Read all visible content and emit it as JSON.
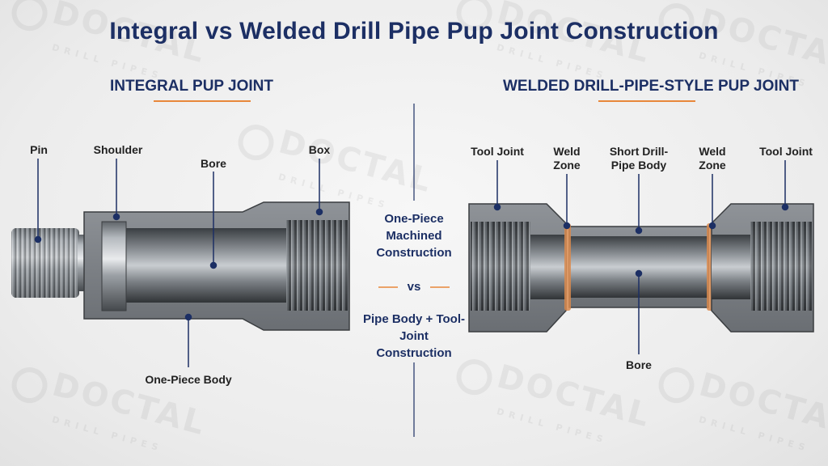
{
  "title": "Integral vs Welded Drill Pipe Pup Joint Construction",
  "integral": {
    "heading": "INTEGRAL PUP JOINT",
    "labels": {
      "pin": "Pin",
      "shoulder": "Shoulder",
      "bore": "Bore",
      "box": "Box",
      "body": "One-Piece Body"
    }
  },
  "welded": {
    "heading": "WELDED DRILL-PIPE-STYLE PUP JOINT",
    "labels": {
      "tool_joint_left": "Tool Joint",
      "weld_zone_left": "Weld Zone",
      "short_body": "Short Drill-Pipe Body",
      "weld_zone_right": "Weld Zone",
      "tool_joint_right": "Tool Joint",
      "bore": "Bore"
    }
  },
  "comparison": {
    "left_text": "One-Piece Machined Construction",
    "vs": "vs",
    "right_text": "Pipe Body + Tool-Joint Construction"
  },
  "watermark": {
    "brand": "DOCTAL",
    "tagline": "DRILL PIPES"
  },
  "colors": {
    "title": "#1c2f64",
    "accent": "#e8873a",
    "pointer": "#1c2f64",
    "weld": "#d98a4e"
  }
}
